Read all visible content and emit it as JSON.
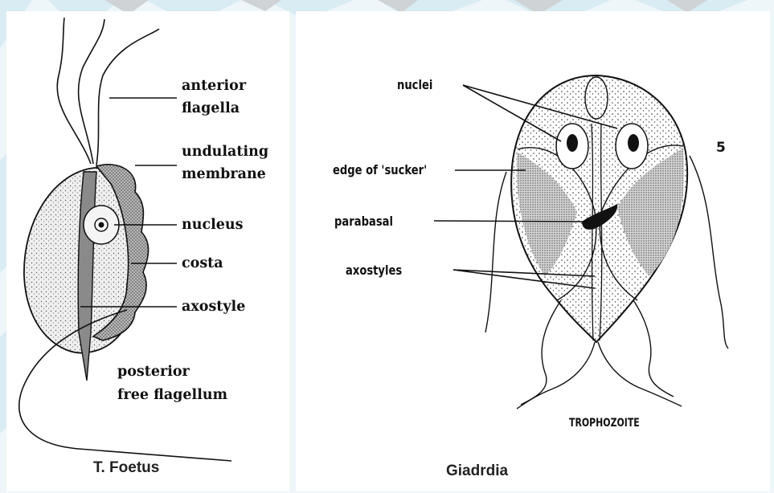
{
  "left_figure": {
    "caption": "T. Foetus",
    "labels": {
      "anterior": "anterior",
      "flagella": "flagella",
      "undulating": "undulating",
      "membrane": "membrane",
      "nucleus": "nucleus",
      "costa": "costa",
      "axostyle": "axostyle",
      "posterior": "posterior",
      "free_flagellum": "free flagellum"
    }
  },
  "right_figure": {
    "caption": "Giadrdia",
    "figure_number": "5",
    "sublabel": "TROPHOZOITE",
    "labels": {
      "nuclei": "nuclei",
      "edge_of_sucker": "edge of 'sucker'",
      "parabasal": "parabasal",
      "axostyles": "axostyles"
    }
  },
  "colors": {
    "background_stripe": "#d9ebf3",
    "ink": "#111111",
    "panel": "#ffffff"
  }
}
